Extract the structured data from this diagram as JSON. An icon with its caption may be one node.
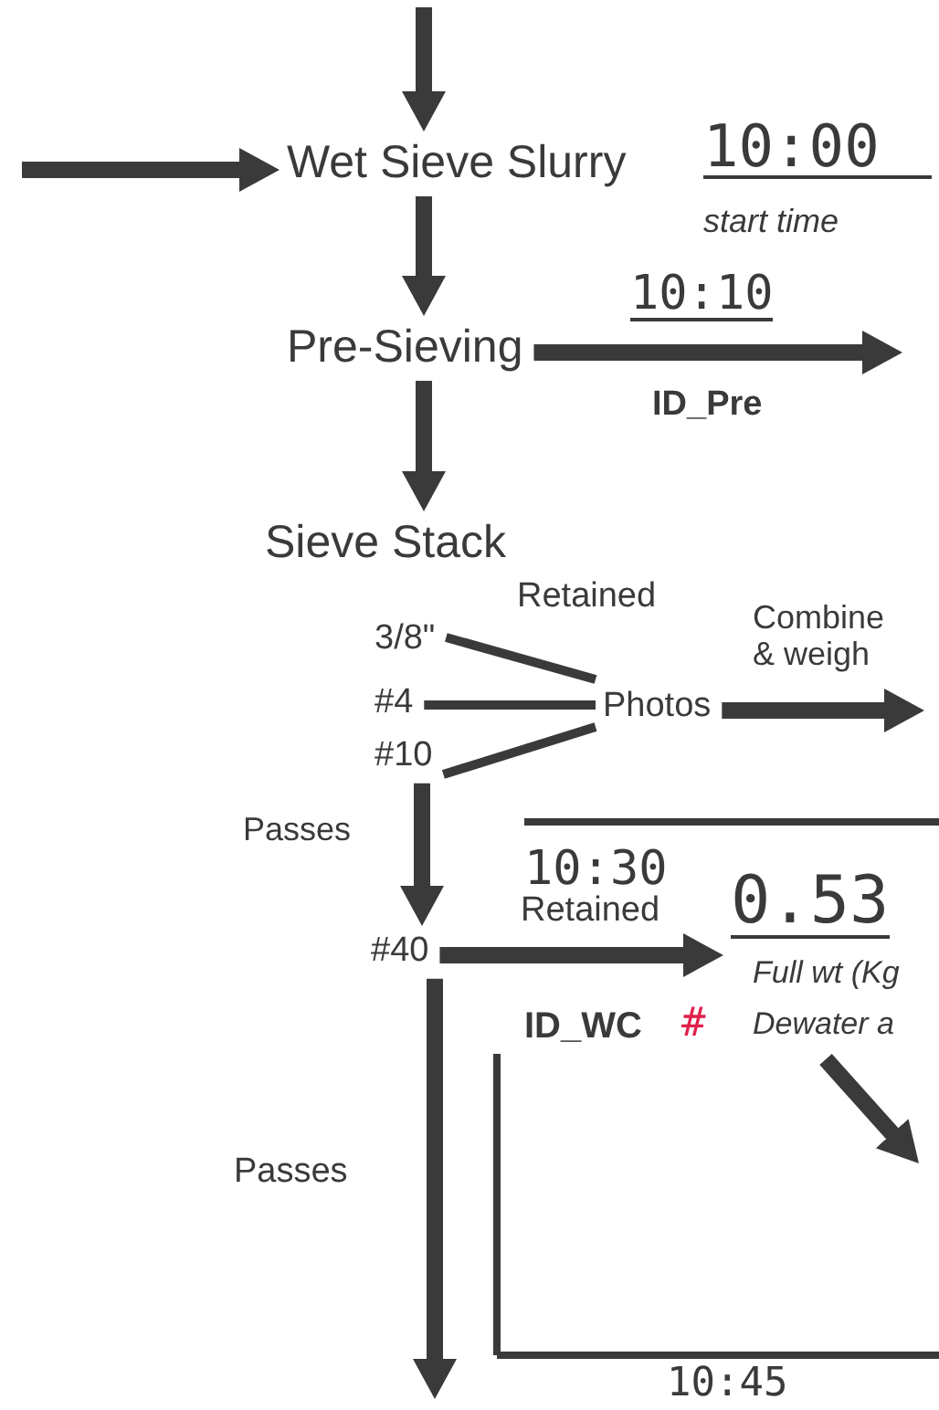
{
  "diagram": {
    "nodes": [
      {
        "text": [
          "Wet Sieve Slurry"
        ],
        "beside": [
          "10:00",
          "start time"
        ]
      },
      {
        "text": [
          "Pre-Sieving"
        ]
      },
      {
        "text": [
          "Sieve Stack"
        ]
      },
      {
        "text": [
          "3/8\""
        ]
      },
      {
        "text": [
          "#4"
        ]
      },
      {
        "text": [
          "#10"
        ]
      },
      {
        "text": [
          "Photos"
        ]
      },
      {
        "text": [
          "#40"
        ]
      },
      {
        "text": [
          "0.53",
          "Full wt (Kg",
          "Dewater a"
        ]
      }
    ],
    "edges": [
      {
        "from": null,
        "to": 0,
        "arrow": "to"
      },
      {
        "from": null,
        "to": 0,
        "arrow": "to"
      },
      {
        "from": 0,
        "to": 1,
        "arrow": "to"
      },
      {
        "from": 1,
        "to": null,
        "arrow": "to",
        "label": "10:10"
      },
      {
        "from": 1,
        "to": 2,
        "arrow": "to"
      },
      {
        "from": 3,
        "to": 6,
        "arrow": "none"
      },
      {
        "from": 4,
        "to": 6,
        "arrow": "none"
      },
      {
        "from": 5,
        "to": 6,
        "arrow": "none"
      },
      {
        "from": 6,
        "to": null,
        "arrow": "to",
        "label": "Combine & weigh"
      },
      {
        "from": 5,
        "to": 7,
        "arrow": "to",
        "label": "Passes"
      },
      {
        "from": 7,
        "to": 8,
        "arrow": "to",
        "label": "Retained"
      },
      {
        "from": 7,
        "to": null,
        "arrow": "to",
        "label": "Passes"
      },
      {
        "from": 8,
        "to": null,
        "arrow": "to"
      }
    ],
    "labels": [
      "ID_Pre",
      "Retained",
      "10:30",
      "ID_WC",
      "#",
      "10:45"
    ]
  }
}
